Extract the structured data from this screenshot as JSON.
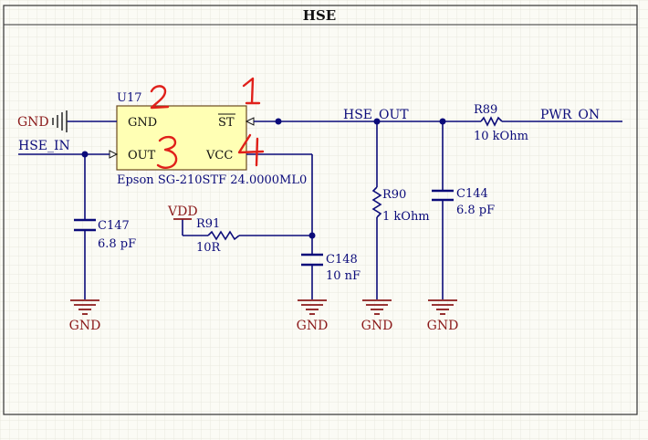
{
  "sheet": {
    "title": "HSE"
  },
  "ic": {
    "designator": "U17",
    "part": "Epson SG-210STF 24.0000ML0",
    "pins": {
      "gnd": "GND",
      "out": "OUT",
      "st": "ST",
      "vcc": "VCC"
    }
  },
  "nets": {
    "gnd_left": "GND",
    "hse_in": "HSE_IN",
    "hse_out": "HSE_OUT",
    "pwr_on": "PWR_ON",
    "vdd": "VDD",
    "gnd": "GND"
  },
  "components": {
    "r89": {
      "ref": "R89",
      "value": "10 kOhm"
    },
    "r90": {
      "ref": "R90",
      "value": "1 kOhm"
    },
    "r91": {
      "ref": "R91",
      "value": "10R"
    },
    "c144": {
      "ref": "C144",
      "value": "6.8 pF"
    },
    "c147": {
      "ref": "C147",
      "value": "6.8 pF"
    },
    "c148": {
      "ref": "C148",
      "value": "10 nF"
    }
  },
  "annotations": {
    "n1": "1",
    "n2": "2",
    "n3": "3",
    "n4": "4"
  },
  "colors": {
    "wire": "#0b0b7a",
    "power": "#8b1a1a",
    "ic_body": "#ffffb4",
    "annotation": "#e0201a",
    "grid": "#e6e6dc"
  }
}
